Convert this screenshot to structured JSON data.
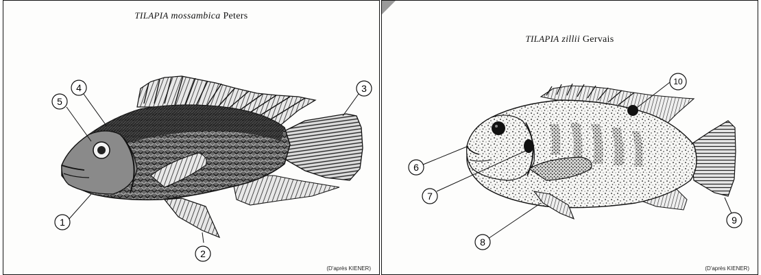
{
  "left_panel": {
    "title_genus": "TILAPIA",
    "title_species": "mossambica",
    "title_author": "Peters",
    "credit": "(D'après KIENER)",
    "callouts": [
      "1",
      "2",
      "3",
      "4",
      "5"
    ]
  },
  "right_panel": {
    "title_genus": "TILAPIA",
    "title_species": "zillii",
    "title_author": "Gervais",
    "credit": "(D'après KIENER)",
    "callouts": [
      "6",
      "7",
      "8",
      "9",
      "10"
    ]
  },
  "colors": {
    "ink": "#111111",
    "paper": "#fdfdfc"
  }
}
